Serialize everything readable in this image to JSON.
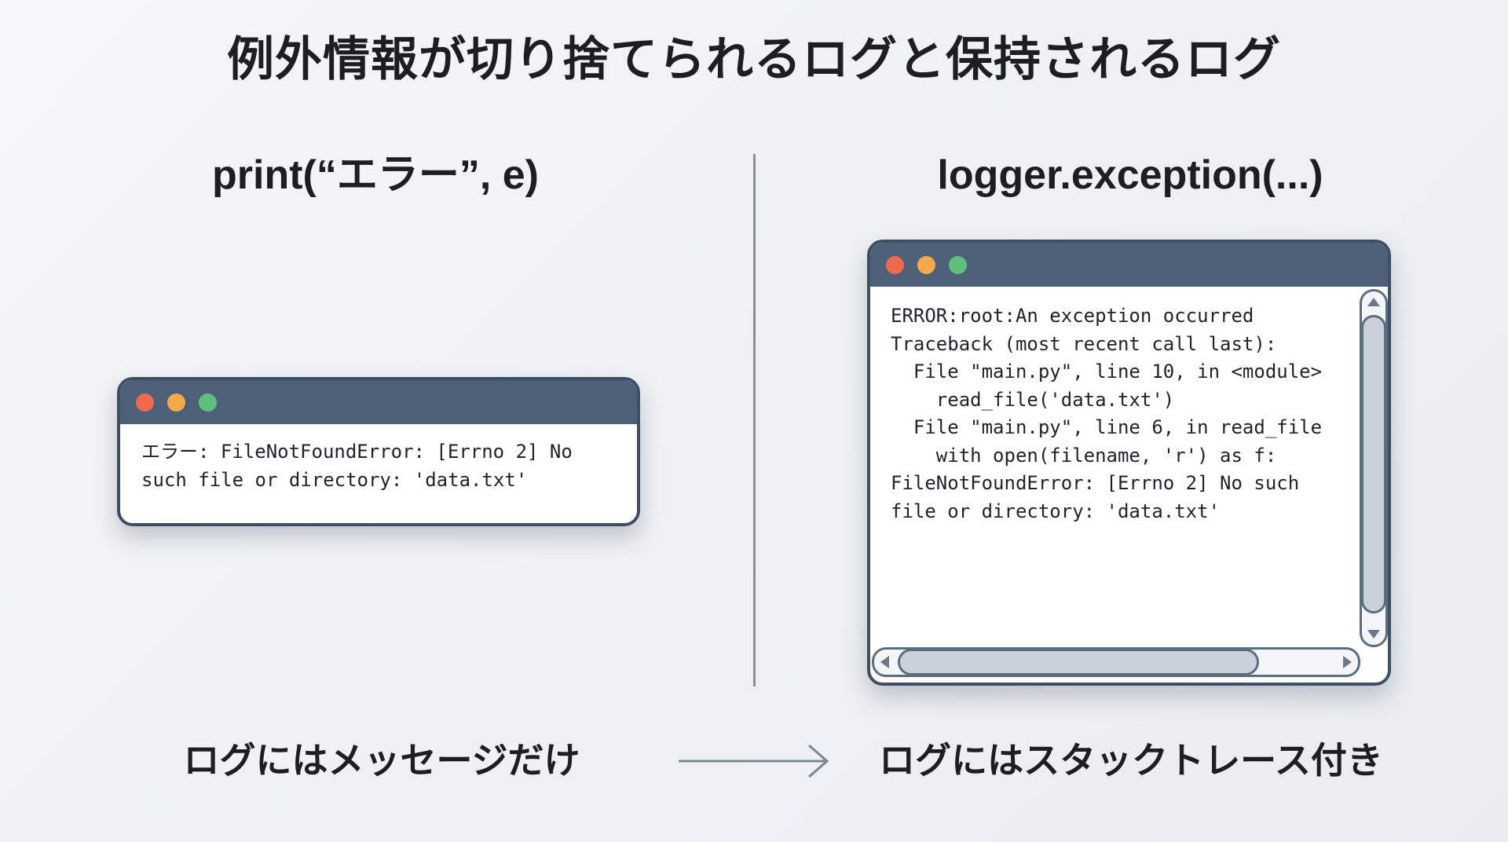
{
  "title": "例外情報が切り捨てられるログと保持されるログ",
  "left": {
    "heading": "print(“エラー”, e)",
    "log_lines": [
      "エラー: FileNotFoundError: [Errno 2] No",
      "such file or directory: 'data.txt'"
    ],
    "caption": "ログにはメッセージだけ"
  },
  "right": {
    "heading": "logger.exception(...)",
    "log_lines": [
      "ERROR:root:An exception occurred",
      "Traceback (most recent call last):",
      "  File \"main.py\", line 10, in <module>",
      "    read_file('data.txt')",
      "  File \"main.py\", line 6, in read_file",
      "    with open(filename, 'r') as f:",
      "FileNotFoundError: [Errno 2] No such",
      "file or directory: 'data.txt'"
    ],
    "caption": "ログにはスタックトレース付き"
  },
  "colors": {
    "close": "#ee6a4f",
    "minimize": "#f4a94a",
    "maximize": "#5fc07e",
    "titlebar": "#4d6078"
  }
}
